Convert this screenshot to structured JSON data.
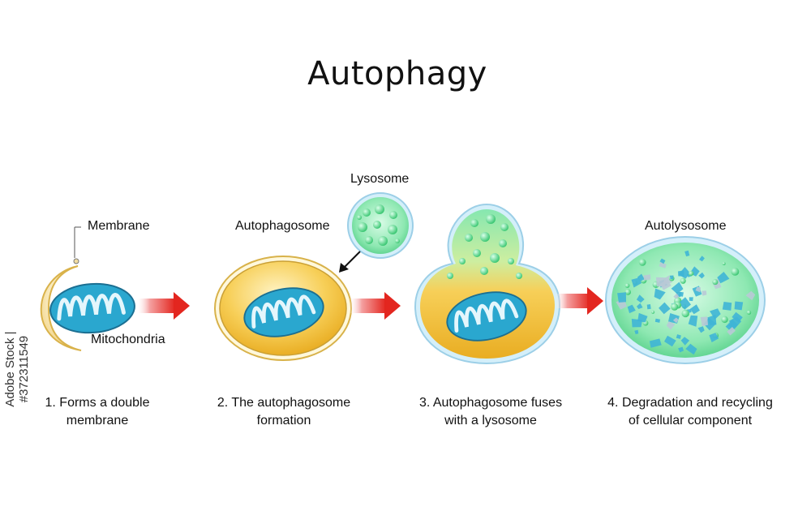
{
  "title": "Autophagy",
  "labels": {
    "membrane": "Membrane",
    "mitochondria": "Mitochondria",
    "autophagosome": "Autophagosome",
    "lysosome": "Lysosome",
    "autolysosome": "Autolysosome"
  },
  "steps": [
    {
      "number": "1.",
      "line1": "1. Forms a double",
      "line2": "membrane"
    },
    {
      "number": "2.",
      "line1": "2. The autophagosome",
      "line2": "formation"
    },
    {
      "number": "3.",
      "line1": "3. Autophagosome fuses",
      "line2": "with a lysosome"
    },
    {
      "number": "4.",
      "line1": "4. Degradation and recycling",
      "line2": "of cellular component"
    }
  ],
  "watermark": "Adobe Stock | #372311549",
  "colors": {
    "membrane_fill": "#f3d98a",
    "autophagosome_fill": "#f5c23b",
    "mitochondria_fill": "#2aa7cf",
    "lysosome_fill": "#7fe3a8",
    "autolysosome_fill": "#8fe6b0",
    "vesicle_outline": "#a9d8ee",
    "arrow": "#e53935"
  }
}
